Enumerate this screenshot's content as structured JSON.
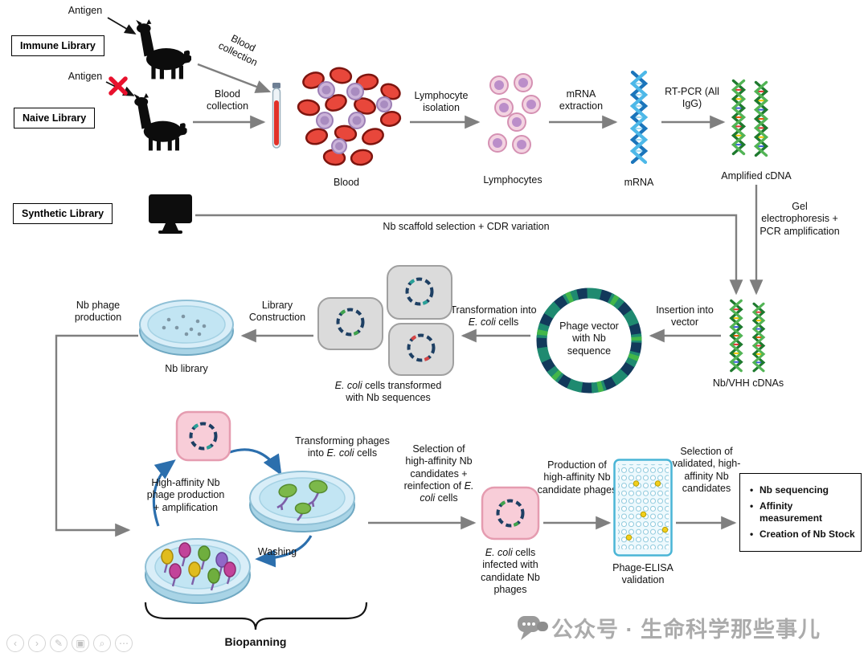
{
  "terms": {
    "ecoli": "E. coli"
  },
  "top": {
    "antigen_1": "Antigen",
    "immune_library": "Immune Library",
    "antigen_2": "Antigen",
    "naive_library": "Naive Library",
    "blood_collection_immune": "Blood collection",
    "blood_collection_naive": "Blood collection",
    "blood": "Blood",
    "lymphocyte_isolation": "Lymphocyte isolation",
    "lymphocytes": "Lymphocytes",
    "mrna_extraction": "mRNA extraction",
    "mrna": "mRNA",
    "rt_pcr": "RT-PCR (All IgG)",
    "amplified_cdna": "Amplified cDNA"
  },
  "mid": {
    "synthetic_library": "Synthetic Library",
    "scaffold_note": "Nb scaffold selection + CDR variation",
    "gel_note": "Gel electrophoresis + PCR amplification",
    "nb_vhh_cdnas": "Nb/VHH cDNAs",
    "insertion": "Insertion into vector",
    "vector_label": "Phage vector with Nb sequence",
    "transformation_pre": "Transformation into ",
    "transformation_post": " cells",
    "transformed_post": " cells transformed with Nb sequences",
    "library_construction": "Library Construction",
    "nb_library": "Nb library",
    "nb_phage_production": "Nb phage production"
  },
  "bottom": {
    "high_affinity": "High-affinity Nb phage production + amplification",
    "transforming_pre": "Transforming phages into ",
    "transforming_post": " cells",
    "washing": "Washing",
    "biopanning": "Biopanning",
    "selection_pre": "Selection of high-affinity Nb candidates + reinfection of ",
    "selection_post": " cells",
    "infected_post": " cells infected with candidate Nb phages",
    "production": "Production of high-affinity Nb candidate phages",
    "phage_elisa": "Phage-ELISA validation",
    "selection_validated": "Selection of validated, high-affinity Nb candidates",
    "final_steps": [
      "Nb sequencing",
      "Affinity measurement",
      "Creation of Nb Stock"
    ]
  },
  "watermark": {
    "text": "公众号 · 生命科学那些事儿"
  },
  "toolbar": {
    "icons": [
      {
        "name": "back",
        "glyph": "‹"
      },
      {
        "name": "forward",
        "glyph": "›"
      },
      {
        "name": "edit",
        "glyph": "✎"
      },
      {
        "name": "copy",
        "glyph": "▣"
      },
      {
        "name": "zoom",
        "glyph": "⌕"
      },
      {
        "name": "more",
        "glyph": "⋯"
      }
    ]
  },
  "colors": {
    "arrow": "#7f7f7f",
    "cycle_arrow": "#2c6fad",
    "red_x": "#e8112d",
    "helix_blue": "#1b75bb",
    "helix_green": "#1e7a2e"
  }
}
